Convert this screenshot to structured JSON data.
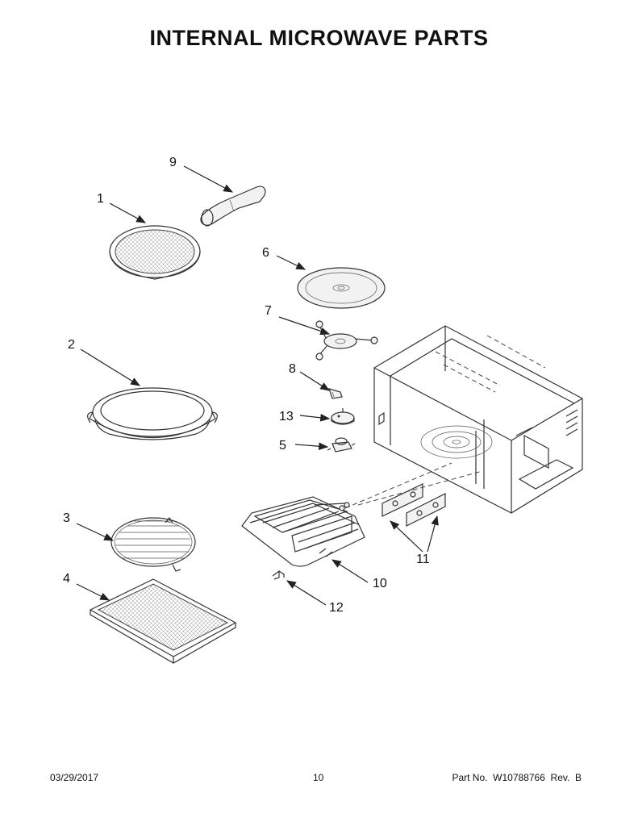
{
  "title": "INTERNAL MICROWAVE PARTS",
  "callouts": {
    "c1": "1",
    "c2": "2",
    "c3": "3",
    "c4": "4",
    "c5": "5",
    "c6": "6",
    "c7": "7",
    "c8": "8",
    "c9": "9",
    "c10": "10",
    "c11": "11",
    "c12": "12",
    "c13": "13"
  },
  "footer": {
    "date": "03/29/2017",
    "page": "10",
    "part_no": "Part No.  W10788766  Rev.  B"
  }
}
